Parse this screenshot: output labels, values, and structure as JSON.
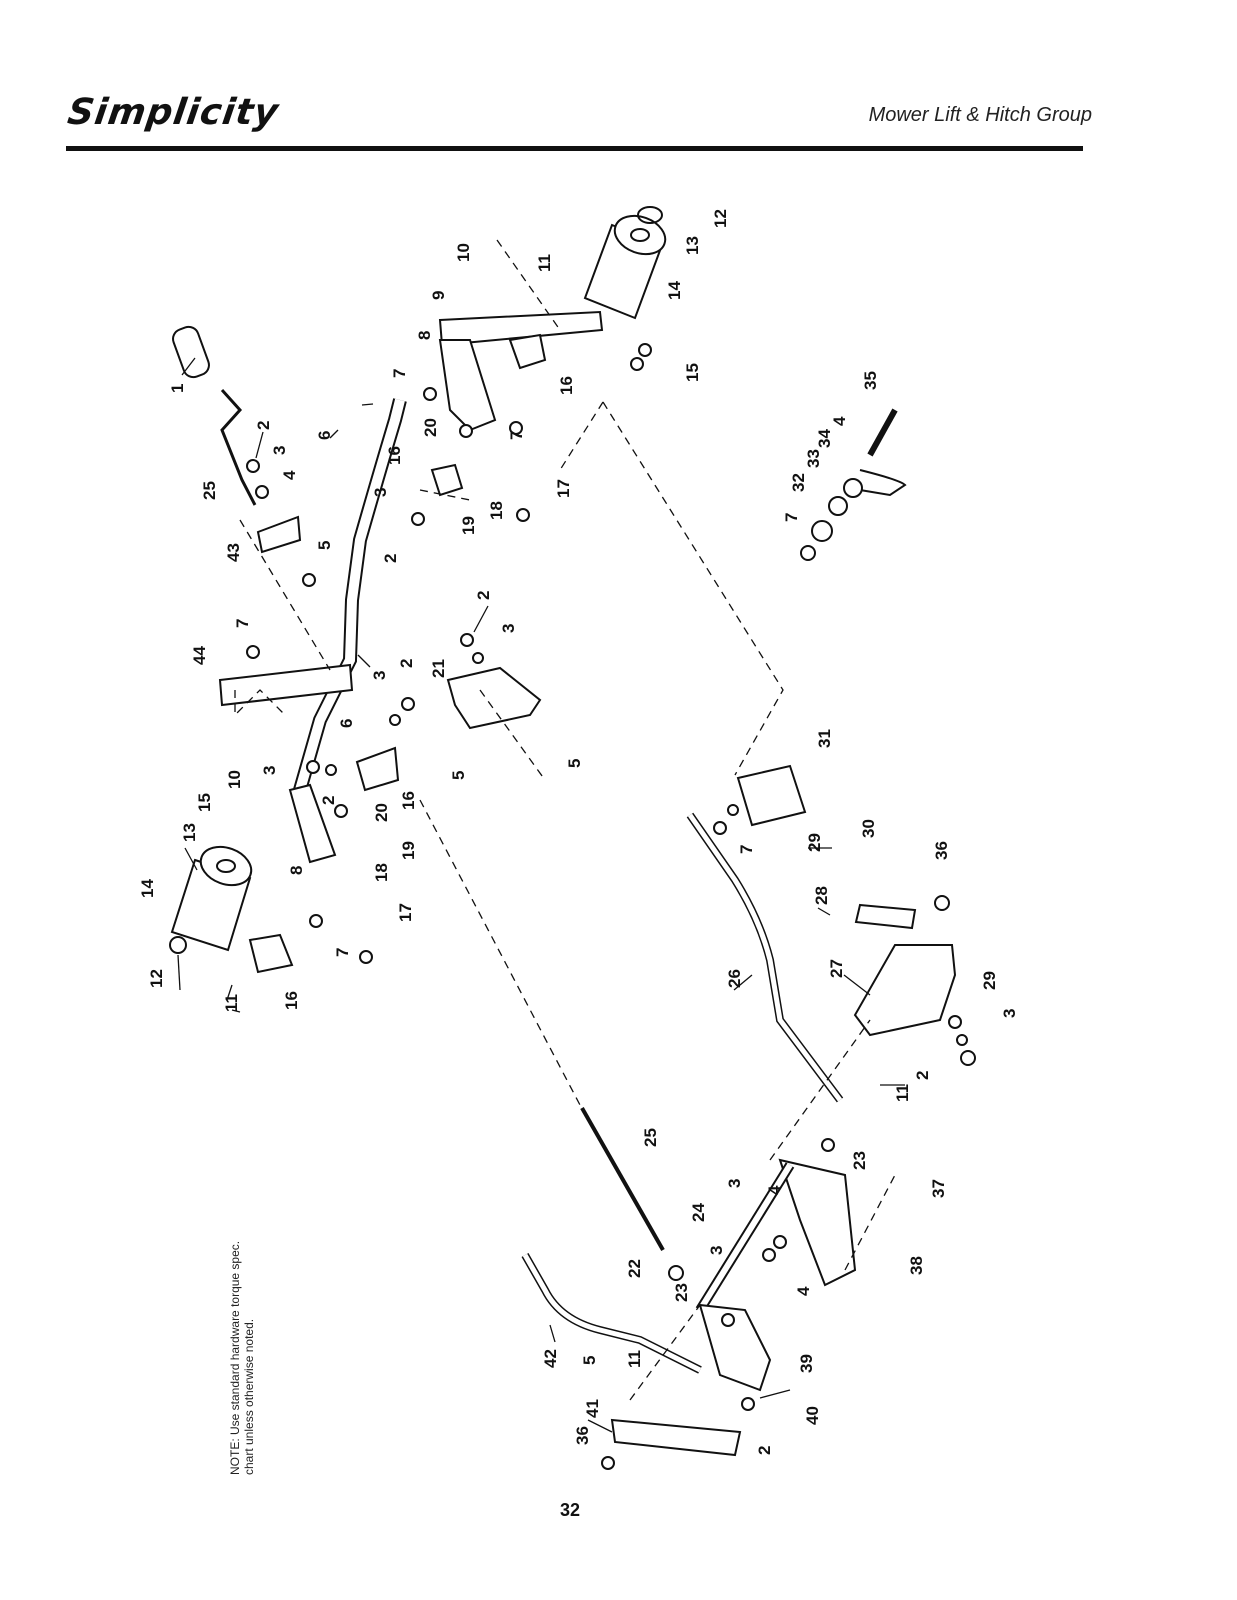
{
  "header": {
    "brand": "Simplicity",
    "section_title": "Mower Lift & Hitch Group"
  },
  "note": "NOTE: Use standard hardware torque spec. chart unless otherwise noted.",
  "page_number": "32",
  "callouts": [
    "1",
    "2",
    "2",
    "2",
    "2",
    "2",
    "2",
    "2",
    "3",
    "3",
    "3",
    "3",
    "3",
    "3",
    "3",
    "3",
    "4",
    "4",
    "4",
    "4",
    "5",
    "5",
    "5",
    "5",
    "6",
    "6",
    "7",
    "7",
    "7",
    "7",
    "7",
    "7",
    "8",
    "8",
    "9",
    "10",
    "10",
    "11",
    "11",
    "11",
    "11",
    "12",
    "12",
    "13",
    "13",
    "14",
    "14",
    "15",
    "15",
    "16",
    "16",
    "16",
    "16",
    "17",
    "17",
    "18",
    "18",
    "19",
    "19",
    "20",
    "20",
    "21",
    "22",
    "23",
    "23",
    "24",
    "25",
    "25",
    "26",
    "27",
    "28",
    "29",
    "29",
    "30",
    "31",
    "32",
    "33",
    "34",
    "35",
    "36",
    "36",
    "37",
    "38",
    "39",
    "40",
    "41",
    "42",
    "43",
    "44"
  ]
}
